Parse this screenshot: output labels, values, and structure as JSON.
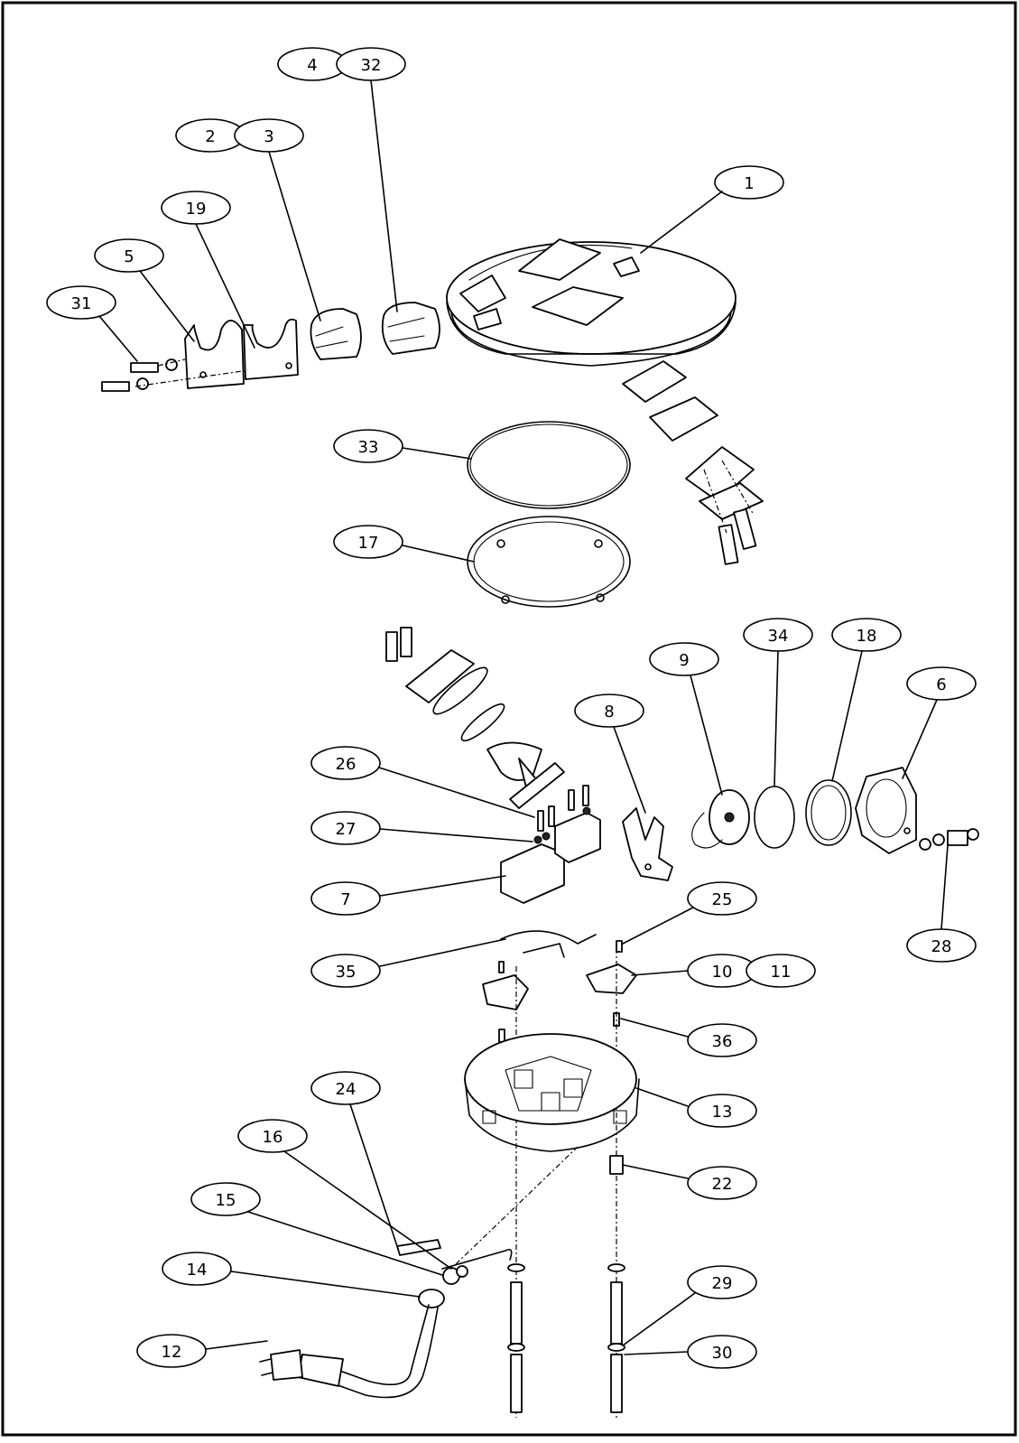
{
  "diagram": {
    "callouts": [
      {
        "id": "c1",
        "label": "1"
      },
      {
        "id": "c2",
        "label": "2"
      },
      {
        "id": "c3",
        "label": "3"
      },
      {
        "id": "c4",
        "label": "4"
      },
      {
        "id": "c32",
        "label": "32"
      },
      {
        "id": "c19",
        "label": "19"
      },
      {
        "id": "c5",
        "label": "5"
      },
      {
        "id": "c31",
        "label": "31"
      },
      {
        "id": "c33",
        "label": "33"
      },
      {
        "id": "c17",
        "label": "17"
      },
      {
        "id": "c34",
        "label": "34"
      },
      {
        "id": "c18",
        "label": "18"
      },
      {
        "id": "c9",
        "label": "9"
      },
      {
        "id": "c6",
        "label": "6"
      },
      {
        "id": "c8",
        "label": "8"
      },
      {
        "id": "c26",
        "label": "26"
      },
      {
        "id": "c27",
        "label": "27"
      },
      {
        "id": "c7",
        "label": "7"
      },
      {
        "id": "c28",
        "label": "28"
      },
      {
        "id": "c25",
        "label": "25"
      },
      {
        "id": "c35",
        "label": "35"
      },
      {
        "id": "c10",
        "label": "10"
      },
      {
        "id": "c11",
        "label": "11"
      },
      {
        "id": "c36",
        "label": "36"
      },
      {
        "id": "c24",
        "label": "24"
      },
      {
        "id": "c13",
        "label": "13"
      },
      {
        "id": "c16",
        "label": "16"
      },
      {
        "id": "c22",
        "label": "22"
      },
      {
        "id": "c15",
        "label": "15"
      },
      {
        "id": "c14",
        "label": "14"
      },
      {
        "id": "c29",
        "label": "29"
      },
      {
        "id": "c12",
        "label": "12"
      },
      {
        "id": "c30",
        "label": "30"
      }
    ]
  }
}
